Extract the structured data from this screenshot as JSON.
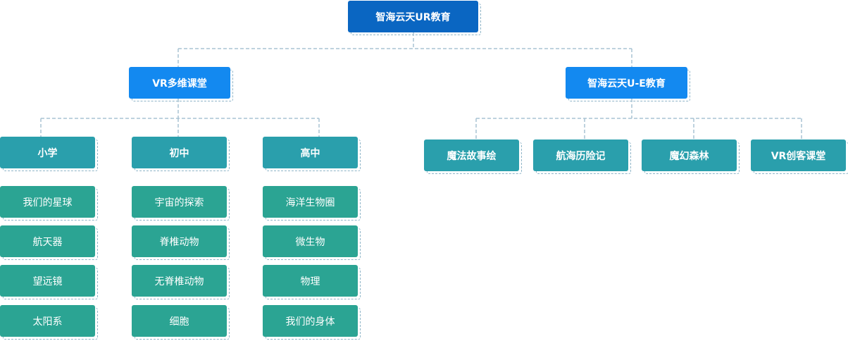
{
  "root": {
    "label": "智海云天UR教育"
  },
  "left_branch": {
    "label": "VR多维课堂",
    "categories": [
      {
        "label": "小学",
        "items": [
          "我们的星球",
          "航天器",
          "望远镜",
          "太阳系"
        ]
      },
      {
        "label": "初中",
        "items": [
          "宇宙的探索",
          "脊椎动物",
          "无脊椎动物",
          "细胞"
        ]
      },
      {
        "label": "高中",
        "items": [
          "海洋生物圈",
          "微生物",
          "物理",
          "我们的身体"
        ]
      }
    ]
  },
  "right_branch": {
    "label": "智海云天U-E教育",
    "items": [
      "魔法故事绘",
      "航海历险记",
      "魔幻森林",
      "VR创客课堂"
    ]
  },
  "colors": {
    "root": "#0a66c2",
    "branch": "#1389f0",
    "category": "#2a9fac",
    "leaf": "#2ba493",
    "connector": "#a9c3d3"
  }
}
